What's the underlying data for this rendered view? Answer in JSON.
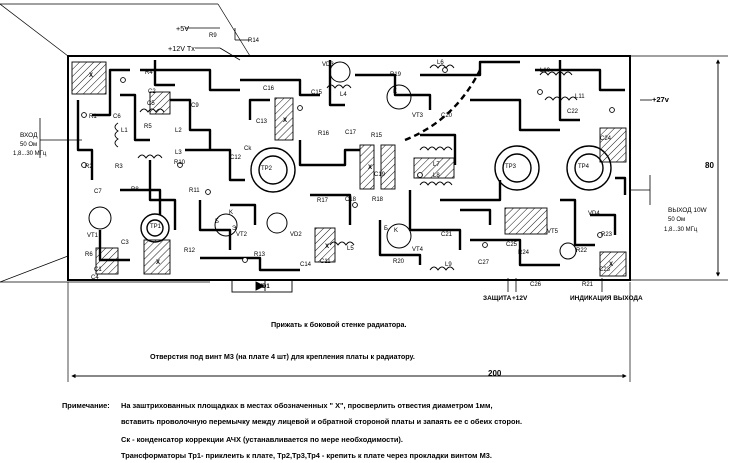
{
  "components": {
    "r1": "R1",
    "r2": "R2",
    "r3": "R3",
    "r4": "R4",
    "r5": "R5",
    "r6": "R6",
    "r8": "R8",
    "r9": "R9",
    "r10": "R10",
    "r11": "R11",
    "r12": "R12",
    "r13": "R13",
    "r14": "R14",
    "r15": "R15",
    "r16": "R16",
    "r17": "R17",
    "r18": "R18",
    "r19": "R19",
    "r20": "R20",
    "r21": "R21",
    "r22": "R22",
    "r23": "R23",
    "r24": "R24",
    "c1": "C1",
    "c2": "C2",
    "c3": "C3",
    "c4": "C4",
    "c5": "C5",
    "c6": "C6",
    "c7": "C7",
    "c9": "C9",
    "c11": "C11",
    "c12": "C12",
    "c13": "C13",
    "c14": "C14",
    "c15": "C15",
    "c16": "C16",
    "c17": "C17",
    "c18": "C18",
    "c19": "C19",
    "c20": "C20",
    "c21": "C21",
    "c22": "C22",
    "c23": "C23",
    "c24": "C24",
    "c25": "C25",
    "c26": "C26",
    "c27": "C27",
    "ck": "Ck",
    "l1": "L1",
    "l2": "L2",
    "l3": "L3",
    "l4": "L4",
    "l5": "L5",
    "l6": "L6",
    "l7": "L7",
    "l8": "L8",
    "l9": "L9",
    "l10": "L10",
    "l11": "L11",
    "vt1": "VT1",
    "vt2": "VT2",
    "vt3": "VT3",
    "vt4": "VT4",
    "vt5": "VT5",
    "vd1": "VD1",
    "vd2": "VD2",
    "vd3": "VD3",
    "vd4": "VD4",
    "tp1": "TP1",
    "tp2": "TP2",
    "tp3": "TP3",
    "tp4": "TP4"
  },
  "pins": {
    "k": "K",
    "b": "Б",
    "e": "Э",
    "x": "X"
  },
  "power": {
    "plus5": "+5V",
    "plus12tx": "+12V Tx",
    "plus27": "+27v"
  },
  "ports": {
    "input_title": "ВХОД",
    "input_ohm": "50 Ом",
    "input_freq": "1,8...30 МГц",
    "output_title": "ВЫХОД 10W",
    "output_ohm": "50 Ом",
    "output_freq": "1,8...30 МГц"
  },
  "bottom_labels": {
    "protection": "ЗАЩИТА",
    "plus12": "+12V",
    "indication": "ИНДИКАЦИЯ ВЫХОДА"
  },
  "dimensions": {
    "height": "80",
    "width": "200"
  },
  "captions": {
    "radiator_press": "Прижать к боковой стенке радиатора.",
    "mounting_holes": "Отверстия под винт М3 (на плате 4 шт) для крепления платы к радиатору."
  },
  "notes": {
    "title": "Примечание:",
    "line1": "На заштрихованных площадках в местах обозначенных \" X\", просверлить отвестия диаметром 1мм,",
    "line2": "вставить проволочную перемычку между лицевой и обратной стороной платы и запаять ее с обеих сторон.",
    "line3": "Ск - конденсатор коррекции АЧХ (устанавливается по мере необходимости).",
    "line4": "Трансформаторы Тр1- приклеить к плате, Тр2,Тр3,Тр4 - крепить к плате через прокладки винтом М3."
  }
}
